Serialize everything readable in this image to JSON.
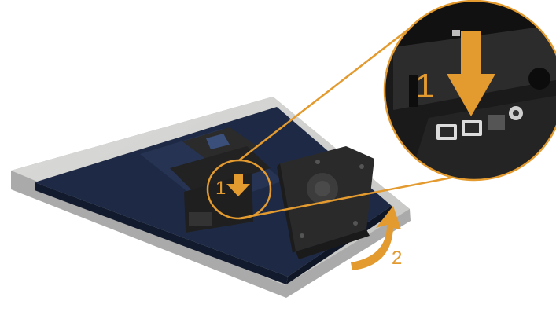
{
  "steps": [
    {
      "label": "1"
    },
    {
      "label": "2"
    }
  ],
  "callout": {
    "label": "1"
  },
  "colors": {
    "accent": "#e39a2f",
    "monitor_back": "#1e2a45",
    "stand": "#2a2a2a",
    "table": "#d4d4d2",
    "background": "#ffffff"
  }
}
